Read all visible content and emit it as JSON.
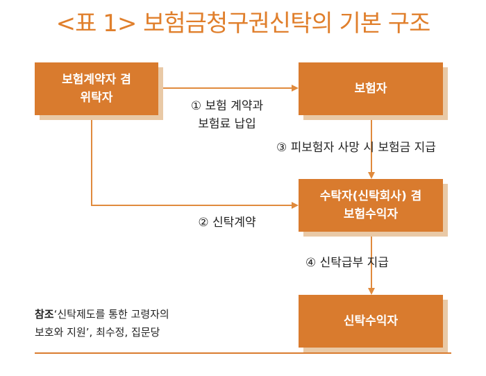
{
  "title": "<표 1> 보험금청구권신탁의 기본 구조",
  "boxes": {
    "settlor": "보험계약자 겸\n위탁자",
    "insurer": "보험자",
    "trustee": "수탁자(신탁회사) 겸\n보험수익자",
    "beneficiary": "신탁수익자"
  },
  "arrows": {
    "step1": "① 보험 계약과\n보험료 납입",
    "step2": "② 신탁계약",
    "step3": "③ 피보험자 사망 시 보험금 지급",
    "step4": "④ 신탁급부 지급"
  },
  "reference": {
    "key": "참조",
    "line1": "‘신탁제도를 통한 고령자의",
    "line2": "보호와 지원’, 최수정, 집문당"
  },
  "colors": {
    "accent": "#d97b2e",
    "shadow": "#e9c9a6",
    "title": "#e07f2c",
    "line": "#e08a3c"
  }
}
